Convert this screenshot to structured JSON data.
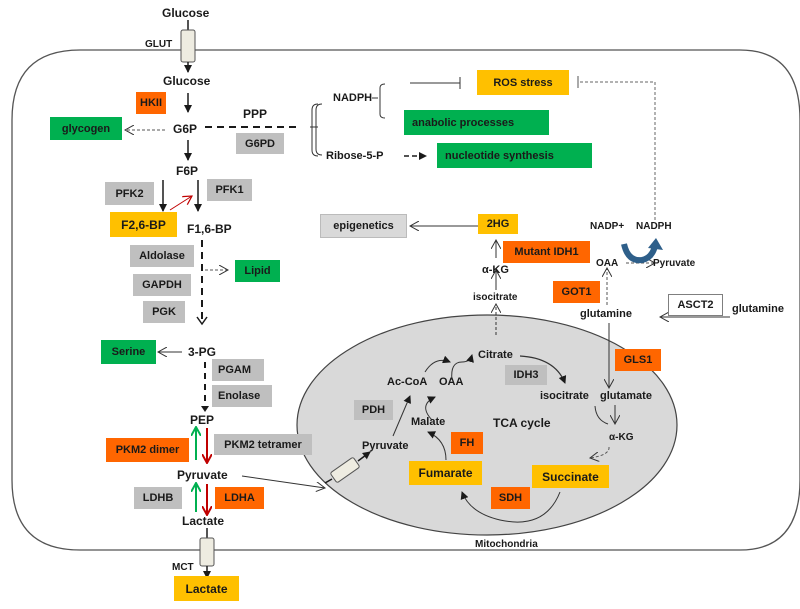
{
  "title": "Metabolic reprogramming pathways in the cell",
  "compartments": {
    "mitochondria": "Mitochondria",
    "tca_cycle": "TCA cycle"
  },
  "transporters": {
    "glut": "GLUT",
    "mct": "MCT",
    "asct2": "ASCT2"
  },
  "metabolites": {
    "glucose_out": "Glucose",
    "glucose_in": "Glucose",
    "g6p": "G6P",
    "ppp": "PPP",
    "f6p": "F6P",
    "f16bp": "F1,6-BP",
    "pg3": "3-PG",
    "pep": "PEP",
    "pyruvate": "Pyruvate",
    "lactate_in": "Lactate",
    "nadph": "NADPH",
    "ribose5p": "Ribose-5-P",
    "akg_cyto": "α-KG",
    "isocitrate_cyto": "isocitrate",
    "nadp_plus": "NADP+",
    "nadph_right": "NADPH",
    "oaa_cyto": "OAA",
    "pyruvate_right": "Pyruvate",
    "glutamine_in": "glutamine",
    "glutamine_out": "glutamine",
    "pyruvate_mito": "Pyruvate",
    "acoa": "Ac-CoA",
    "oaa_mito": "OAA",
    "citrate": "Citrate",
    "isocitrate_mito": "isocitrate",
    "malate": "Malate",
    "glutamate": "glutamate",
    "akg_mito": "α-KG"
  },
  "boxes": {
    "hkii": {
      "label": "HKII",
      "color": "#ff6600"
    },
    "glycogen": {
      "label": "glycogen",
      "color": "#00b050"
    },
    "g6pd": {
      "label": "G6PD",
      "color": "#bfbfbf"
    },
    "ros": {
      "label": "ROS stress",
      "color": "#ffc000"
    },
    "anabolic": {
      "label": "anabolic processes",
      "color": "#00b050"
    },
    "nucleotide": {
      "label": "nucleotide synthesis",
      "color": "#00b050"
    },
    "pfk2": {
      "label": "PFK2",
      "color": "#bfbfbf"
    },
    "pfk1": {
      "label": "PFK1",
      "color": "#bfbfbf"
    },
    "f26bp": {
      "label": "F2,6-BP",
      "color": "#ffc000"
    },
    "aldolase": {
      "label": "Aldolase",
      "color": "#bfbfbf"
    },
    "gapdh": {
      "label": "GAPDH",
      "color": "#bfbfbf"
    },
    "pgk": {
      "label": "PGK",
      "color": "#bfbfbf"
    },
    "lipid": {
      "label": "Lipid",
      "color": "#00b050"
    },
    "serine": {
      "label": "Serine",
      "color": "#00b050"
    },
    "pgam": {
      "label": "PGAM",
      "color": "#bfbfbf"
    },
    "enolase": {
      "label": "Enolase",
      "color": "#bfbfbf"
    },
    "pkm2_dimer": {
      "label": "PKM2 dimer",
      "color": "#ff6600"
    },
    "pkm2_tetramer": {
      "label": "PKM2 tetramer",
      "color": "#bfbfbf"
    },
    "ldhb": {
      "label": "LDHB",
      "color": "#bfbfbf"
    },
    "ldha": {
      "label": "LDHA",
      "color": "#ff6600"
    },
    "lactate_out": {
      "label": "Lactate",
      "color": "#ffc000"
    },
    "epigenetics": {
      "label": "epigenetics",
      "color": "#d9d9d9"
    },
    "hg2": {
      "label": "2HG",
      "color": "#ffc000"
    },
    "mutant_idh1": {
      "label": "Mutant IDH1",
      "color": "#ff6600"
    },
    "got1": {
      "label": "GOT1",
      "color": "#ff6600"
    },
    "gls1": {
      "label": "GLS1",
      "color": "#ff6600"
    },
    "idh3": {
      "label": "IDH3",
      "color": "#bfbfbf"
    },
    "pdh": {
      "label": "PDH",
      "color": "#bfbfbf"
    },
    "fh": {
      "label": "FH",
      "color": "#ff6600"
    },
    "fumarate": {
      "label": "Fumarate",
      "color": "#ffc000"
    },
    "succinate": {
      "label": "Succinate",
      "color": "#ffc000"
    },
    "sdh": {
      "label": "SDH",
      "color": "#ff6600"
    }
  },
  "arrow_colors": {
    "default": "#1a1a1a",
    "activation_red": "#c00000",
    "forward_green": "#00b050",
    "nadph_cycle": "#2e5f8a"
  }
}
